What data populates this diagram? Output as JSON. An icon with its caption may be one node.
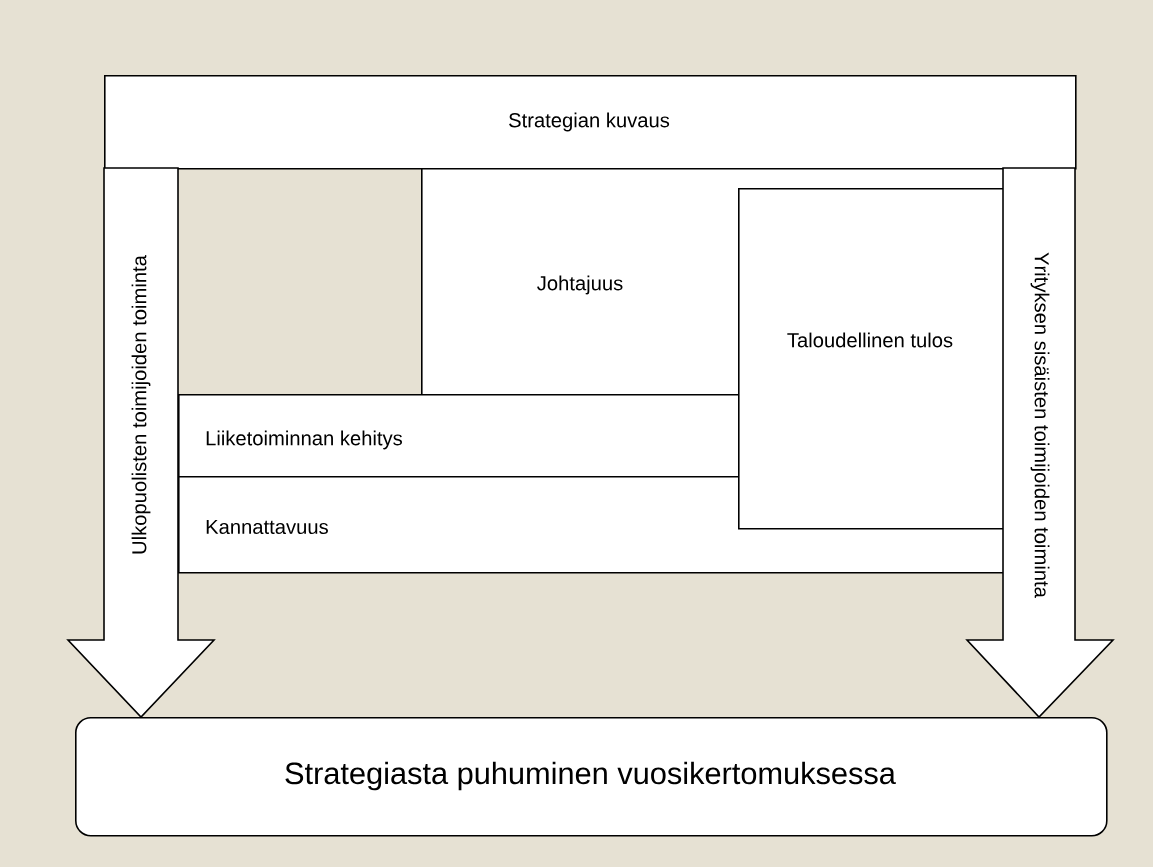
{
  "diagram": {
    "nodes": [
      {
        "text": [
          "Strategian kuvaus"
        ]
      },
      {
        "text": [
          "Ulkopuolisten toimijoiden toiminta"
        ]
      },
      {
        "text": [
          "Johtajuus"
        ]
      },
      {
        "text": [
          "Taloudellinen tulos"
        ]
      },
      {
        "text": [
          "Liiketoiminnan kehitys"
        ]
      },
      {
        "text": [
          "Kannattavuus"
        ]
      },
      {
        "text": [
          "Yrityksen sisäisten toimijoiden toiminta"
        ]
      },
      {
        "text": [
          "Strategiasta puhuminen vuosikertomuksessa"
        ]
      }
    ]
  }
}
